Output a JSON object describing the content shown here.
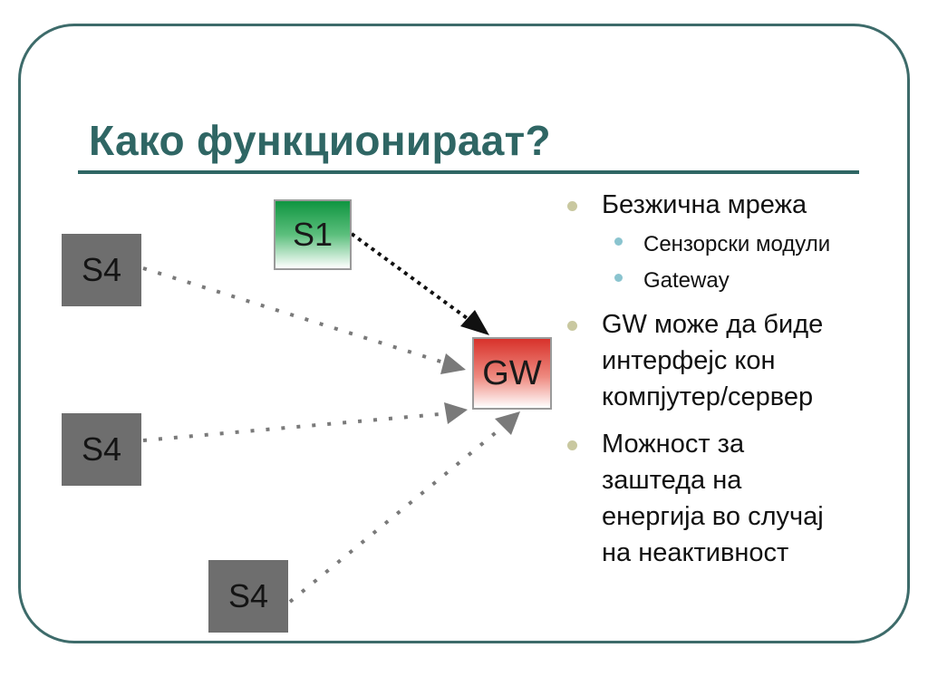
{
  "slide": {
    "title": "Како функционираат?"
  },
  "diagram": {
    "nodes": {
      "s4_top": "S4",
      "s4_middle": "S4",
      "s4_bottom": "S4",
      "s1": "S1",
      "gw": "GW"
    },
    "colors": {
      "s4": "#6e6e6e",
      "s1": "#0f9540",
      "gw": "#d8322b",
      "arrow_dark": "#111111",
      "arrow_light": "#7a7a7a"
    }
  },
  "bullets": {
    "b1": "Безжична мрежа",
    "b1_sub1": "Сензорски модули",
    "b1_sub2": "Gateway",
    "b2_line1": "GW може да биде",
    "b2_line2": "интерфејс кон",
    "b2_line3": "компјутер/сервер",
    "b3_line1": "Можност за",
    "b3_line2": "заштеда на",
    "b3_line3": "енергија во случај",
    "b3_line4": "на неактивност"
  }
}
